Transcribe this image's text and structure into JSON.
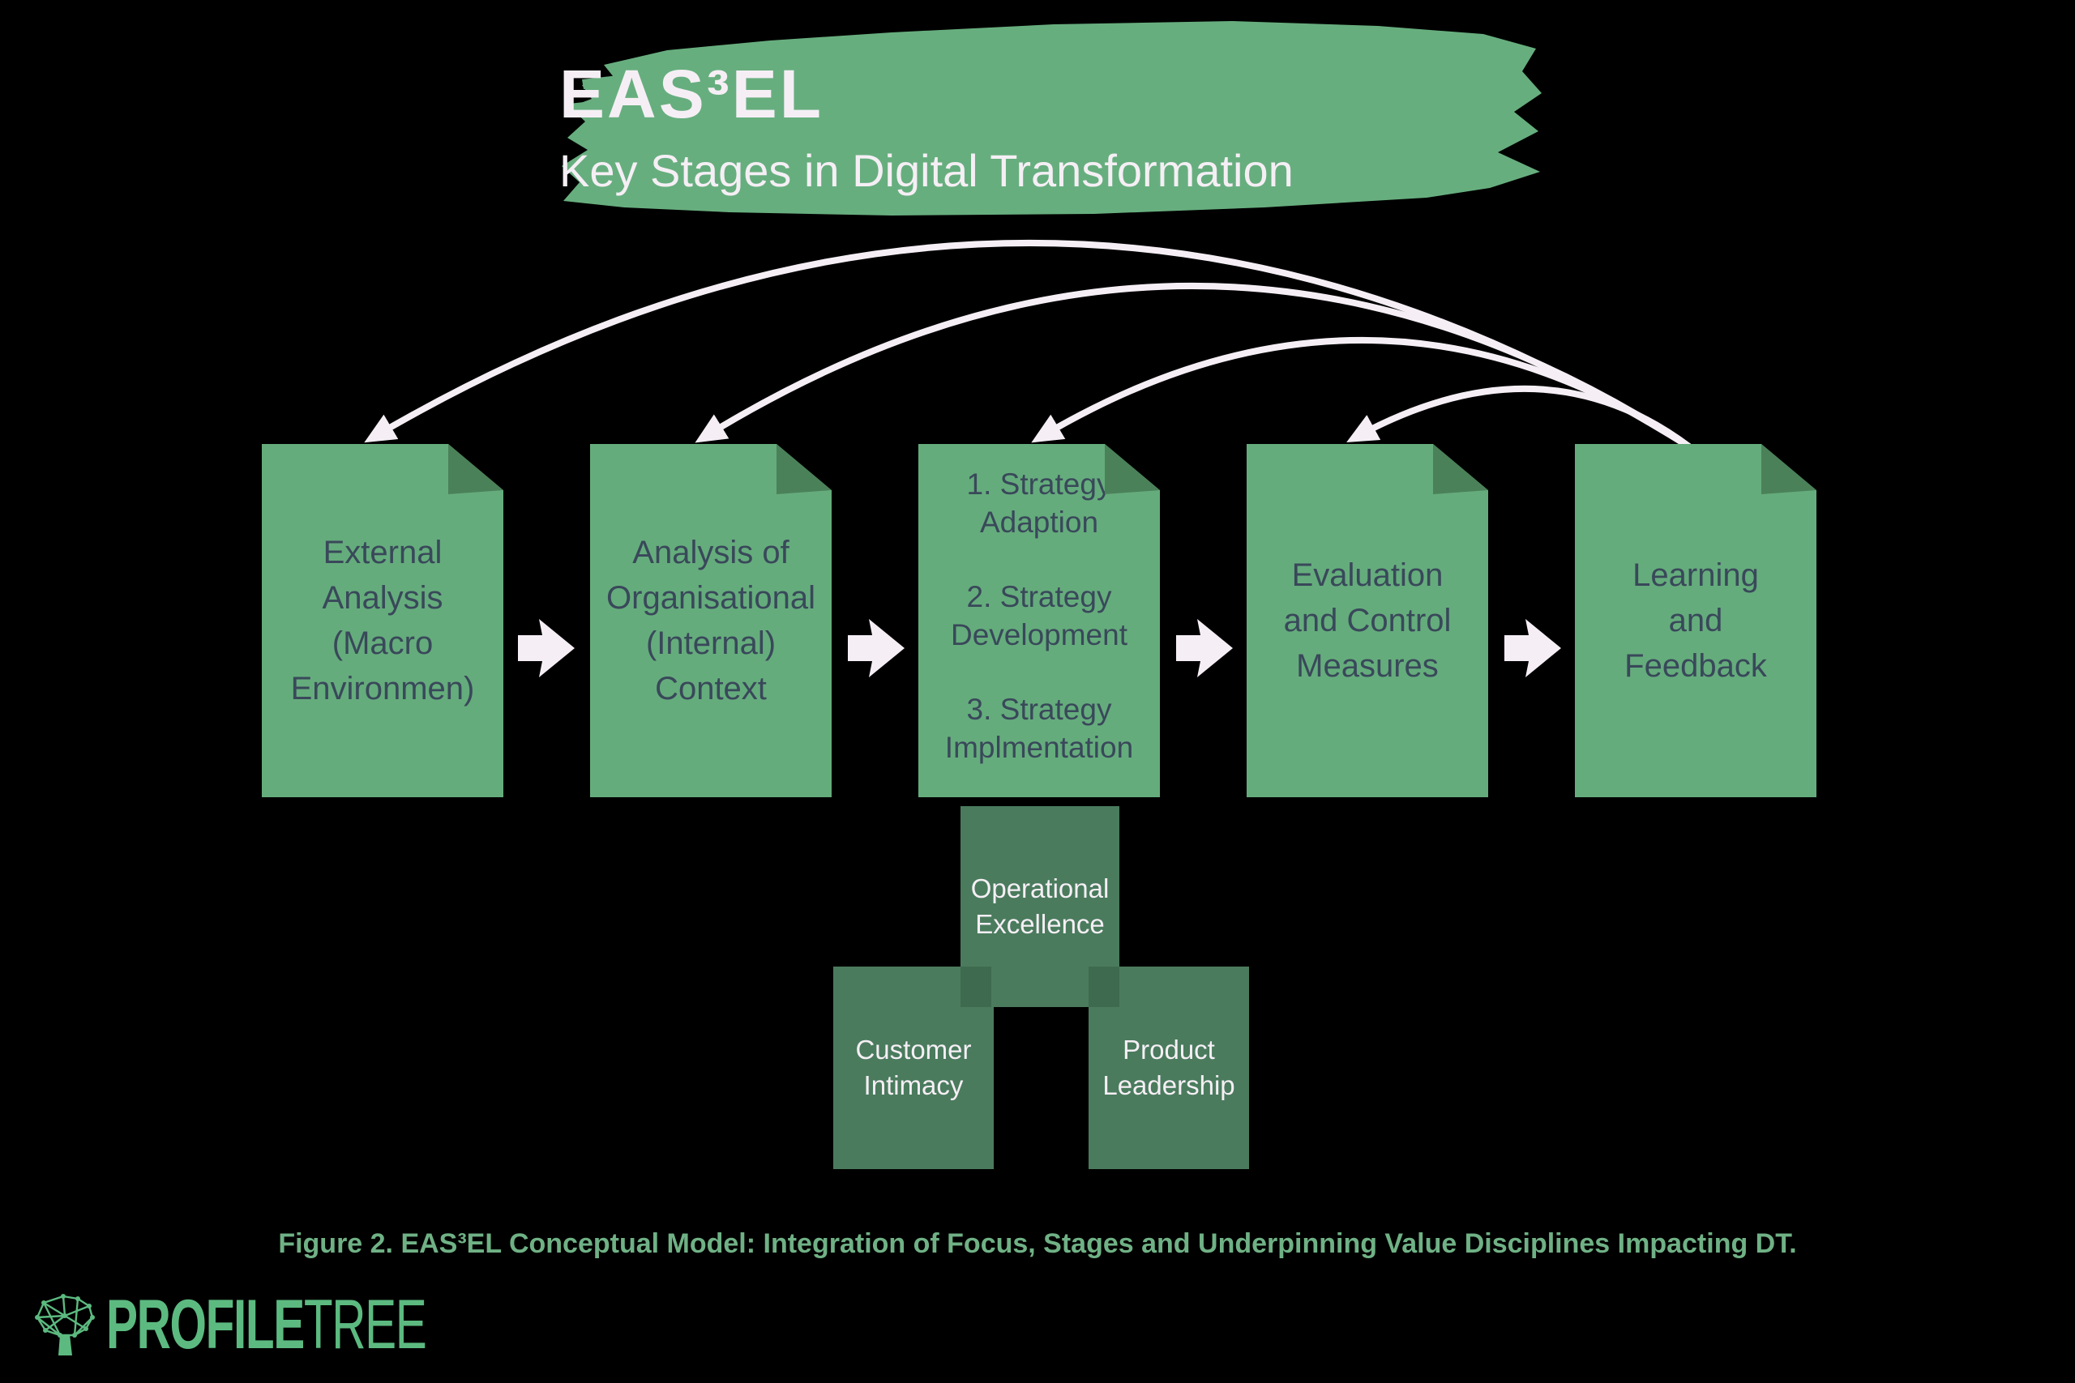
{
  "title": {
    "heading": "EAS³EL",
    "subtitle": "Key Stages in Digital Transformation"
  },
  "stages": [
    {
      "id": "external-analysis",
      "text": "External\nAnalysis\n(Macro\nEnvironmen)"
    },
    {
      "id": "organisational-context",
      "text": "Analysis of\nOrganisational\n(Internal)\nContext"
    },
    {
      "id": "strategy-stages",
      "items": [
        "1. Strategy\nAdaption",
        "2. Strategy\nDevelopment",
        "3. Strategy\nImplmentation"
      ]
    },
    {
      "id": "evaluation-control",
      "text": "Evaluation\nand Control\nMeasures"
    },
    {
      "id": "learning-feedback",
      "text": "Learning\nand\nFeedback"
    }
  ],
  "value_disciplines": [
    {
      "id": "operational-excellence",
      "label": "Operational\nExcellence"
    },
    {
      "id": "customer-intimacy",
      "label": "Customer\nIntimacy"
    },
    {
      "id": "product-leadership",
      "label": "Product\nLeadership"
    }
  ],
  "caption": "Figure 2. EAS³EL Conceptual Model: Integration of Focus, Stages and Underpinning Value Disciplines Impacting DT.",
  "logo": {
    "brand_bold": "PROFILE",
    "brand_light": "TREE"
  },
  "colors": {
    "background": "#000000",
    "stage_green": "#65AC7C",
    "fold_green": "#4B8159",
    "banner_green": "#67AE7E",
    "discipline_green": "#4A7B5D",
    "overlap_green": "#3E6B50",
    "text_dark": "#39485A",
    "arrow_white": "#F5EFF5",
    "caption_green": "#6FB185",
    "brand_green": "#5CBA80"
  }
}
